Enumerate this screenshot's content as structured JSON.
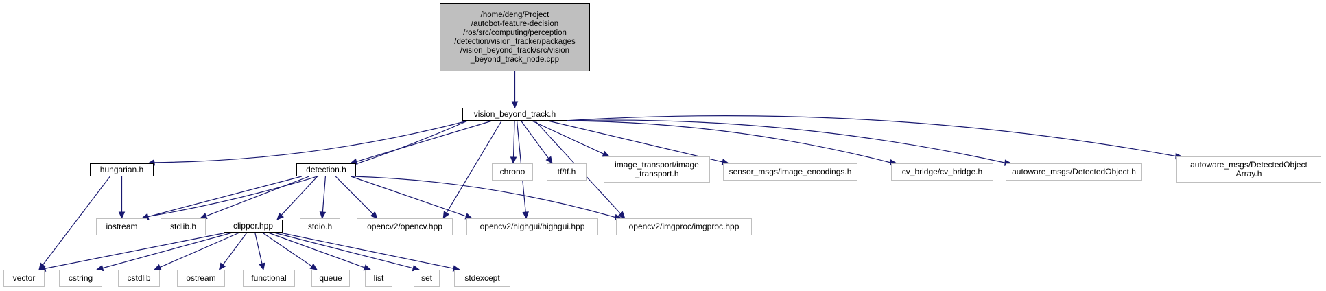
{
  "colors": {
    "edge": "#191970",
    "root_fill": "#bfbfbf",
    "local_border": "#000000",
    "external_border": "#bfbfbf"
  },
  "nodes": {
    "root": "/home/deng/Project\n/autobot-feature-decision\n/ros/src/computing/perception\n/detection/vision_tracker/packages\n/vision_beyond_track/src/vision\n_beyond_track_node.cpp",
    "vision_beyond_track": "vision_beyond_track.h",
    "hungarian": "hungarian.h",
    "detection": "detection.h",
    "chrono": "chrono",
    "tf": "tf/tf.h",
    "image_transport": "image_transport/image\n_transport.h",
    "image_encodings": "sensor_msgs/image_encodings.h",
    "cv_bridge": "cv_bridge/cv_bridge.h",
    "detected_object": "autoware_msgs/DetectedObject.h",
    "detected_object_array": "autoware_msgs/DetectedObject\nArray.h",
    "iostream": "iostream",
    "stdlib": "stdlib.h",
    "clipper": "clipper.hpp",
    "stdio": "stdio.h",
    "opencv": "opencv2/opencv.hpp",
    "highgui": "opencv2/highgui/highgui.hpp",
    "imgproc": "opencv2/imgproc/imgproc.hpp",
    "vector": "vector",
    "cstring": "cstring",
    "cstdlib": "cstdlib",
    "ostream": "ostream",
    "functional": "functional",
    "queue": "queue",
    "list": "list",
    "set": "set",
    "stdexcept": "stdexcept"
  },
  "edges": [
    [
      "root",
      "vision_beyond_track"
    ],
    [
      "vision_beyond_track",
      "hungarian"
    ],
    [
      "vision_beyond_track",
      "iostream"
    ],
    [
      "vision_beyond_track",
      "detection"
    ],
    [
      "vision_beyond_track",
      "opencv"
    ],
    [
      "vision_beyond_track",
      "highgui"
    ],
    [
      "vision_beyond_track",
      "imgproc"
    ],
    [
      "vision_beyond_track",
      "chrono"
    ],
    [
      "vision_beyond_track",
      "tf"
    ],
    [
      "vision_beyond_track",
      "image_transport"
    ],
    [
      "vision_beyond_track",
      "image_encodings"
    ],
    [
      "vision_beyond_track",
      "cv_bridge"
    ],
    [
      "vision_beyond_track",
      "detected_object"
    ],
    [
      "vision_beyond_track",
      "detected_object_array"
    ],
    [
      "hungarian",
      "iostream"
    ],
    [
      "hungarian",
      "vector"
    ],
    [
      "detection",
      "iostream"
    ],
    [
      "detection",
      "stdlib"
    ],
    [
      "detection",
      "clipper"
    ],
    [
      "detection",
      "stdio"
    ],
    [
      "detection",
      "opencv"
    ],
    [
      "detection",
      "highgui"
    ],
    [
      "detection",
      "imgproc"
    ],
    [
      "clipper",
      "vector"
    ],
    [
      "clipper",
      "cstring"
    ],
    [
      "clipper",
      "cstdlib"
    ],
    [
      "clipper",
      "ostream"
    ],
    [
      "clipper",
      "functional"
    ],
    [
      "clipper",
      "queue"
    ],
    [
      "clipper",
      "list"
    ],
    [
      "clipper",
      "set"
    ],
    [
      "clipper",
      "stdexcept"
    ]
  ]
}
